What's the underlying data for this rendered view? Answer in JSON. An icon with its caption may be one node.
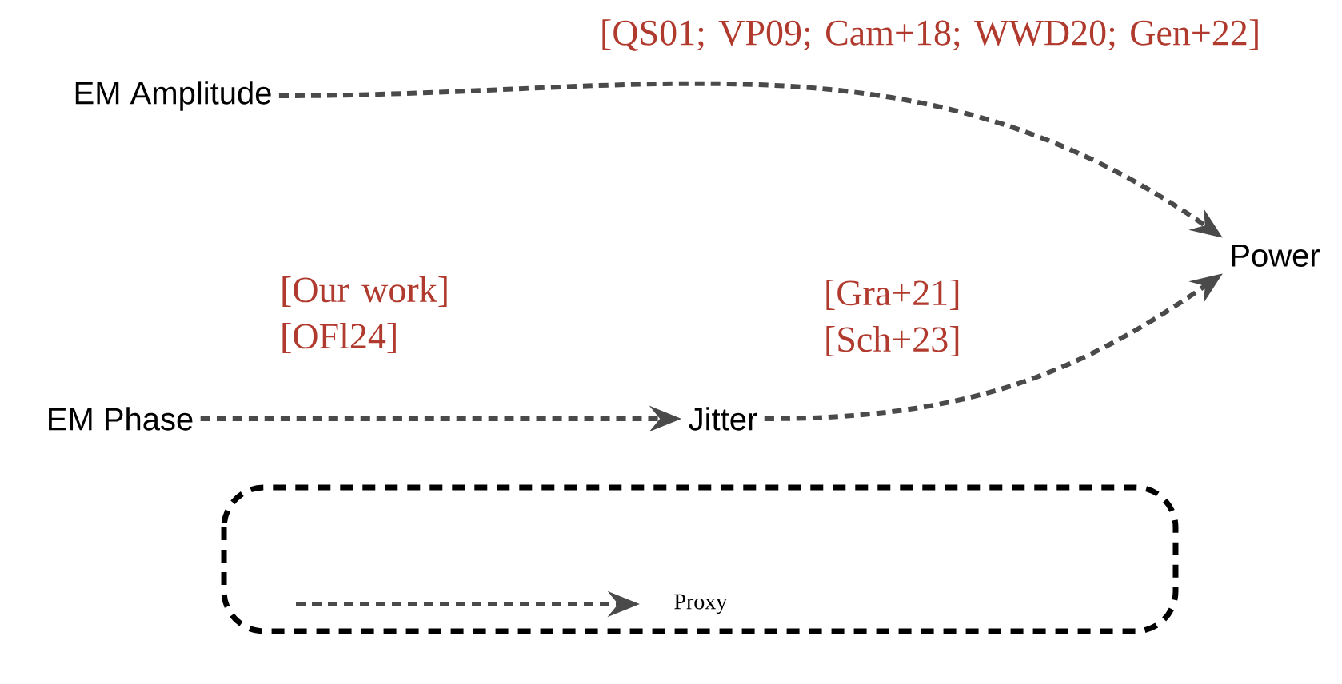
{
  "diagram": {
    "nodes": [
      {
        "text": [
          "EM Amplitude"
        ]
      },
      {
        "text": [
          "Power"
        ]
      },
      {
        "text": [
          "EM Phase"
        ]
      },
      {
        "text": [
          "Jitter"
        ]
      }
    ],
    "edges": [
      {
        "from": 0,
        "to": 1,
        "arrow": "to",
        "label": "[QS01; VP09; Cam+18; WWD20; Gen+22]"
      },
      {
        "from": 2,
        "to": 3,
        "arrow": "to",
        "label": "[Our work] [OFl24]"
      },
      {
        "from": 3,
        "to": 1,
        "arrow": "to",
        "label": "[Gra+21] [Sch+23]"
      }
    ],
    "legend": [
      {
        "text": "Proxy"
      }
    ]
  }
}
